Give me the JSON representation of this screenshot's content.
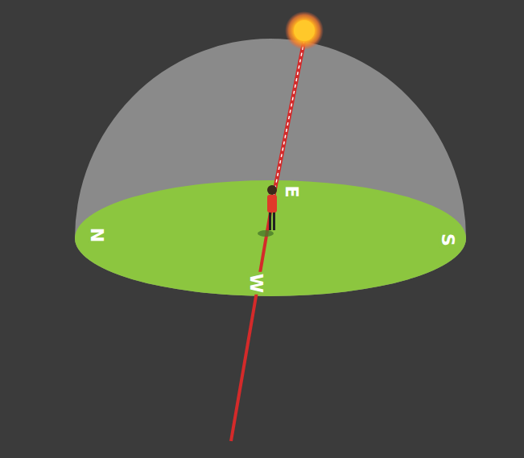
{
  "diagram": {
    "labels": [
      "N",
      "E",
      "W",
      "S"
    ]
  }
}
